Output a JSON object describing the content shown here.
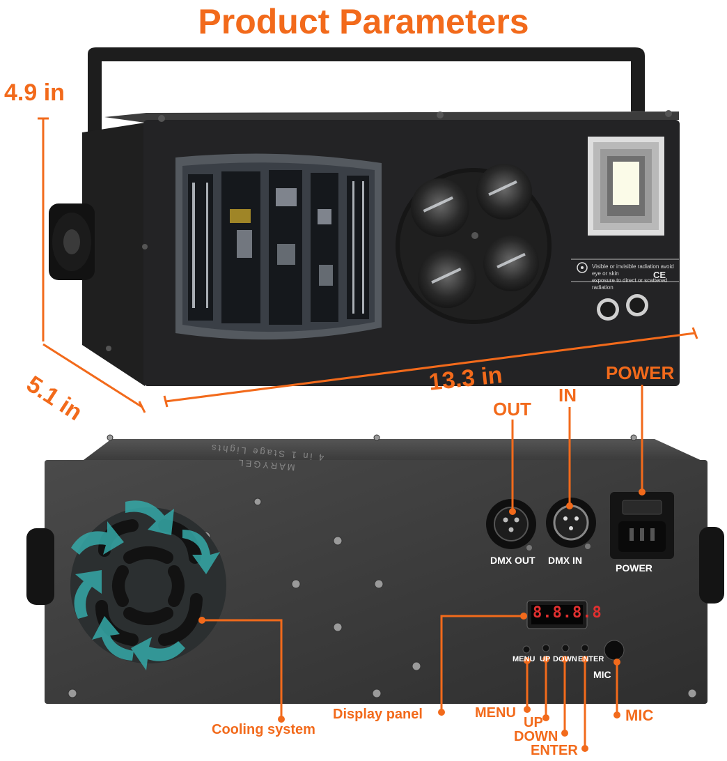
{
  "title": "Product Parameters",
  "dimensions": {
    "height": "4.9 in",
    "depth": "5.1 in",
    "width": "13.3 in"
  },
  "front_panel": {
    "warning_line1": "Visible or invisible radiation avoid eye or skin",
    "warning_line2": "exposure to direct or scattered radiation",
    "ce_mark": "CE"
  },
  "rear_panel": {
    "brand_line1": "MARYGEL",
    "brand_line2": "4 in 1 Stage Lights",
    "display_digits": "8.8.8.8",
    "dmx_out_label": "DMX OUT",
    "dmx_in_label": "DMX IN",
    "power_label": "POWER",
    "button_labels": [
      "MENU",
      "UP",
      "DOWN",
      "ENTER"
    ],
    "mic_label": "MIC"
  },
  "callouts": {
    "out": "OUT",
    "in": "IN",
    "power": "POWER",
    "cooling": "Cooling system",
    "display": "Display panel",
    "menu": "MENU",
    "up": "UP",
    "down": "DOWN",
    "enter": "ENTER",
    "mic": "MIC"
  },
  "colors": {
    "accent": "#f26a1b",
    "body": "#2a2a2c",
    "rear": "#3a3a3a",
    "fan_arrows": "#35a9a8"
  }
}
